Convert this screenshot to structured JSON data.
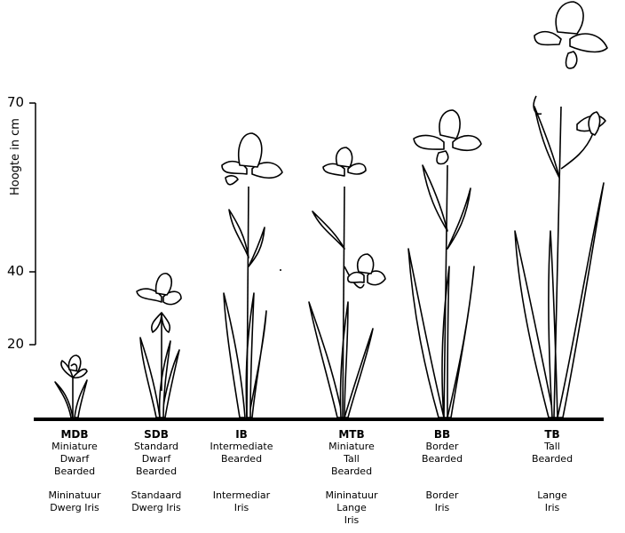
{
  "axis": {
    "title": "Hoogte in cm",
    "ticks": [
      "70",
      "40",
      "20"
    ]
  },
  "categories": [
    {
      "code": "MDB",
      "english": [
        "Miniature",
        "Dwarf",
        "Bearded"
      ],
      "dutch": [
        "Mininatuur",
        "Dwerg Iris"
      ]
    },
    {
      "code": "SDB",
      "english": [
        "Standard",
        "Dwarf",
        "Bearded"
      ],
      "dutch": [
        "Standaard",
        "Dwerg Iris"
      ]
    },
    {
      "code": "IB",
      "english": [
        "Intermediate",
        "Bearded"
      ],
      "dutch": [
        "Intermediar",
        "Iris"
      ]
    },
    {
      "code": "MTB",
      "english": [
        "Miniature",
        "Tall",
        "Bearded"
      ],
      "dutch": [
        "Mininatuur",
        "Lange",
        "Iris"
      ]
    },
    {
      "code": "BB",
      "english": [
        "Border",
        "Bearded"
      ],
      "dutch": [
        "Border",
        "Iris"
      ]
    },
    {
      "code": "TB",
      "english": [
        "Tall",
        "Bearded"
      ],
      "dutch": [
        "Lange",
        "Iris"
      ]
    }
  ]
}
